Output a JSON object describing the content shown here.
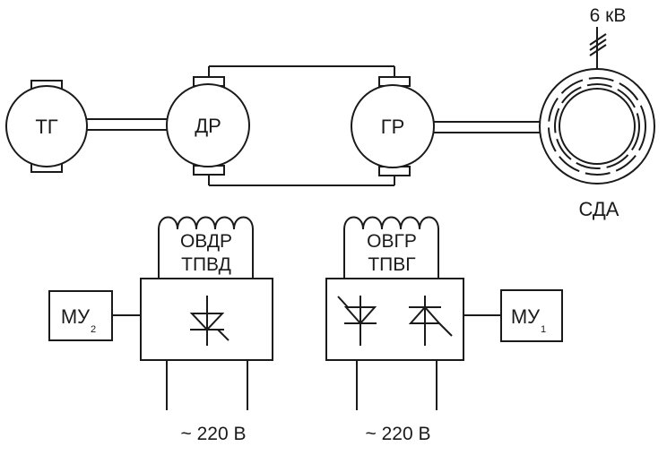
{
  "machines": {
    "tg": "ТГ",
    "dr": "ДР",
    "gr": "ГР",
    "sda": "СДА"
  },
  "supply": {
    "voltage_top": "6 кВ",
    "mains_left": "~ 220 В",
    "mains_right": "~ 220 В"
  },
  "converters": {
    "left": {
      "line1": "ОВДР",
      "line2": "ТПВД"
    },
    "right": {
      "line1": "ОВГР",
      "line2": "ТПВГ"
    }
  },
  "amplifiers": {
    "left": {
      "base": "МУ",
      "sub": "2"
    },
    "right": {
      "base": "МУ",
      "sub": "1"
    }
  }
}
